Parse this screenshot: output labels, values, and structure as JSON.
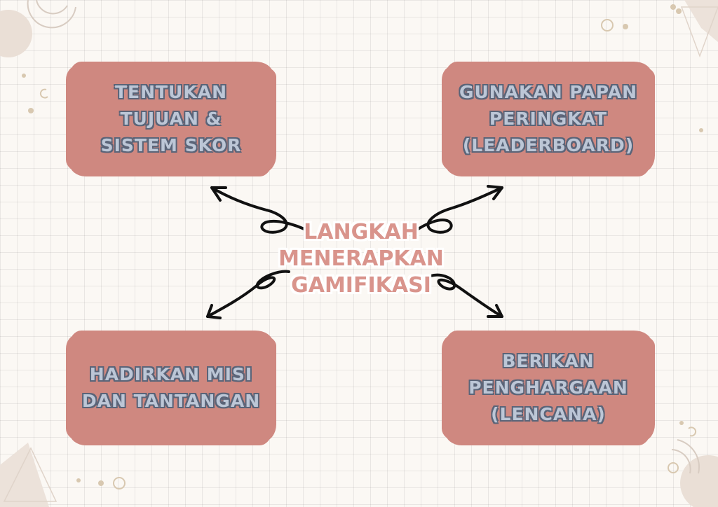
{
  "title": "LANGKAH\nMENERAPKAN\nGAMIFIKASI",
  "steps": {
    "top_left": "TENTUKAN\nTUJUAN &\nSISTEM SKOR",
    "top_right": "GUNAKAN PAPAN\nPERINGKAT\n(LEADERBOARD)",
    "bottom_left": "HADIRKAN MISI\nDAN TANTANGAN",
    "bottom_right": "BERIKAN\nPENGHARGAAN\n(LENCANA)"
  },
  "colors": {
    "box_fill": "#cf8880",
    "box_text": "#bcc6d6",
    "box_text_outline": "#5a6478",
    "title_text": "#d9948c",
    "arrow": "#111111",
    "background": "#fbf8f4"
  }
}
